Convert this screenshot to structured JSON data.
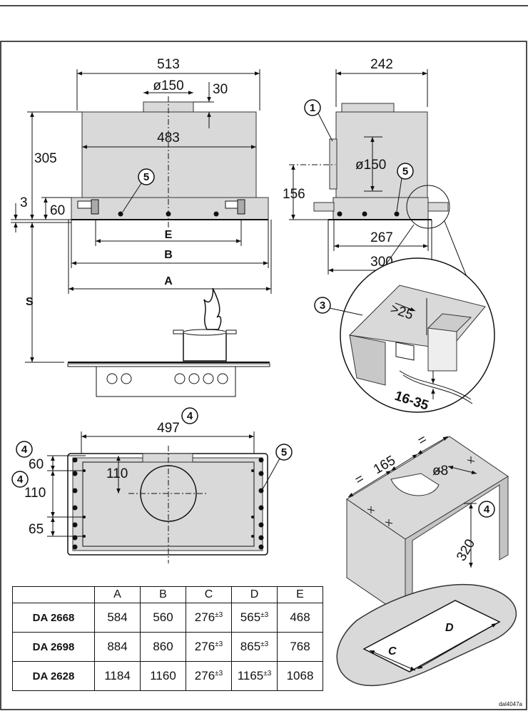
{
  "front_view": {
    "width_overall": "513",
    "duct_diameter": "ø150",
    "duct_height": "30",
    "height_total": "305",
    "inner_width": "483",
    "gap": "3",
    "base_height": "60",
    "label_E": "E",
    "label_B": "B",
    "label_A": "A",
    "label_S": "S",
    "callout_5": "5"
  },
  "side_view": {
    "width_top": "242",
    "callout_1": "1",
    "duct_diameter": "ø150",
    "callout_5": "5",
    "duct_center_height": "156",
    "base_width": "267",
    "overall_depth": "300"
  },
  "detail_view": {
    "callout_3": "3",
    "gap_min": ">25",
    "thickness_range": "16-35"
  },
  "bottom_view": {
    "callout_4_top": "4",
    "width": "497",
    "callout_4_a": "4",
    "callout_4_b": "4",
    "dim_60": "60",
    "dim_110_center": "110",
    "dim_110_left": "110",
    "dim_65": "65",
    "callout_5": "5"
  },
  "cabinet_view": {
    "width_165": "165",
    "equal_left": "=",
    "equal_right": "=",
    "hole_diameter": "ø8",
    "depth_320": "320",
    "callout_4": "4"
  },
  "cutout_view": {
    "label_C": "C",
    "label_D": "D"
  },
  "table": {
    "headers": [
      "",
      "A",
      "B",
      "C",
      "D",
      "E"
    ],
    "rows": [
      {
        "model": "DA 2668",
        "A": "584",
        "B": "560",
        "C": "276",
        "C_tol": "±3",
        "D": "565",
        "D_tol": "±3",
        "E": "468"
      },
      {
        "model": "DA 2698",
        "A": "884",
        "B": "860",
        "C": "276",
        "C_tol": "±3",
        "D": "865",
        "D_tol": "±3",
        "E": "768"
      },
      {
        "model": "DA 2628",
        "A": "1184",
        "B": "1160",
        "C": "276",
        "C_tol": "±3",
        "D": "1165",
        "D_tol": "±3",
        "E": "1068"
      }
    ]
  },
  "image_code": "dal4047a"
}
